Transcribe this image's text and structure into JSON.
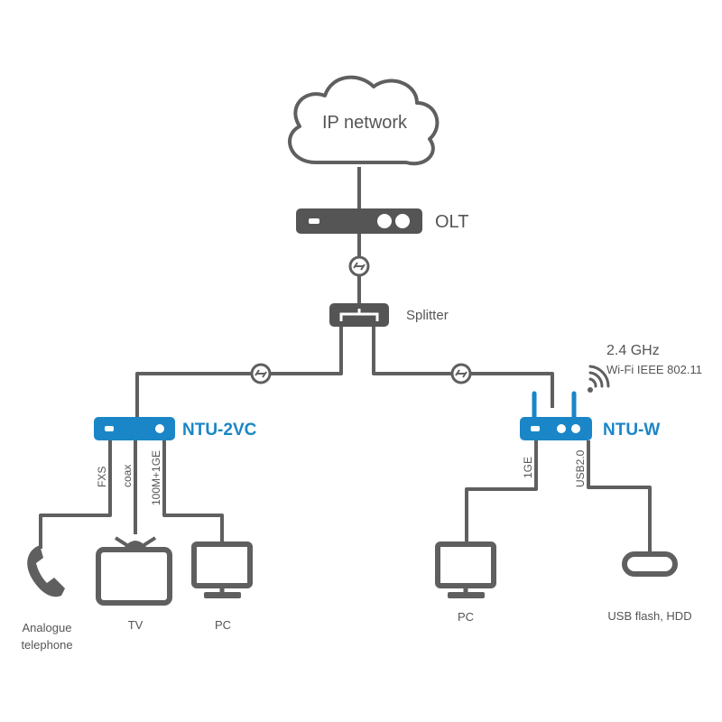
{
  "nodes": {
    "cloud": "IP network",
    "olt": "OLT",
    "splitter": "Splitter",
    "ntu_2vc": "NTU-2VC",
    "ntu_w": "NTU-W"
  },
  "wifi": {
    "band": "2.4 GHz",
    "standard": "Wi-Fi IEEE 802.11"
  },
  "ports": {
    "fxs": "FXS",
    "coax": "coax",
    "eth_2vc": "100M+1GE",
    "ge_w": "1GE",
    "usb": "USB2.0"
  },
  "endpoints": {
    "phone_line1": "Analogue",
    "phone_line2": "telephone",
    "tv": "TV",
    "pc_left": "PC",
    "pc_right": "PC",
    "usb_storage": "USB flash, HDD"
  },
  "colors": {
    "line": "#5f5f5f",
    "accent": "#1a86c7",
    "text": "#555555"
  }
}
